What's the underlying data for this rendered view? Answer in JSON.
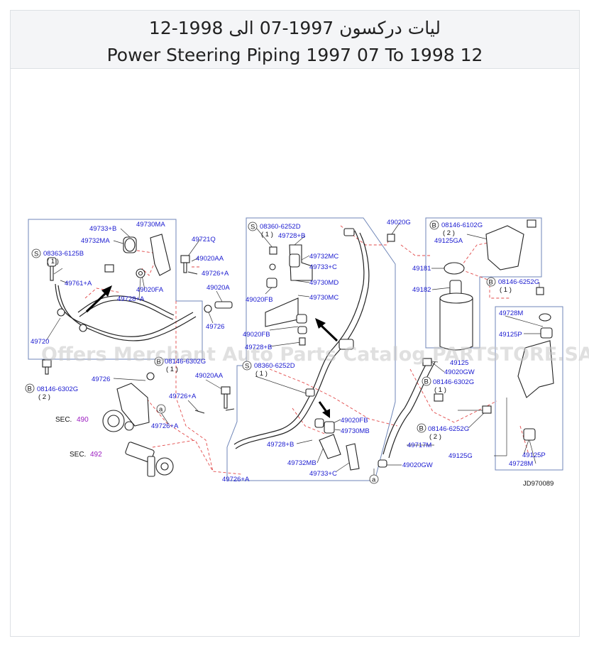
{
  "header": {
    "title_ar": "ليات دركسون 1997-07 الى 1998-12",
    "title_en": "Power Steering Piping 1997 07 To 1998 12"
  },
  "watermark": "Offers Merchant Auto Parts Catalog PARTSTORE.SA",
  "diagram_code": "JD970089",
  "callouts": {
    "p49733B": "49733+B",
    "p49730MA": "49730MA",
    "p49732MA": "49732MA",
    "s08363": "08363-6125B",
    "q1a": "( 1 )",
    "p49761A": "49761+A",
    "p49728A": "49728+A",
    "p49020FA": "49020FA",
    "p49720": "49720",
    "p49721Q": "49721Q",
    "p49020AA_1": "49020AA",
    "p49726A_1": "49726+A",
    "p49020A": "49020A",
    "p49726_1": "49726",
    "p49726_2": "49726",
    "b08146_6302G_a": "08146-6302G",
    "q1b": "( 1 )",
    "p49020AA_2": "49020AA",
    "p49726A_2": "49726+A",
    "p49726A_3": "49726+A",
    "p49726A_4": "49726+A",
    "b08146_6302G_b": "08146-6302G",
    "q2a": "( 2 )",
    "sec1_label": "SEC.",
    "sec1_num": "490",
    "sec2_label": "SEC.",
    "sec2_num": "492",
    "s08360_a": "08360-6252D",
    "q1c": "( 1 )",
    "p49728B_1": "49728+B",
    "p49732MC": "49732MC",
    "p49733C_1": "49733+C",
    "p49730MD": "49730MD",
    "p49020FB_1": "49020FB",
    "p49730MC": "49730MC",
    "p49020FB_2": "49020FB",
    "p49728B_2": "49728+B",
    "s08360_b": "08360-6252D",
    "q1d": "( 1 )",
    "p49020FB_3": "49020FB",
    "p49730MB": "49730MB",
    "p49728B_3": "49728+B",
    "p49732MB": "49732MB",
    "p49733C_2": "49733+C",
    "p49020G": "49020G",
    "b08146_6102G": "08146-6102G",
    "q2b": "( 2 )",
    "p49125GA": "49125GA",
    "p49181": "49181",
    "p49182": "49182",
    "b08146_6252G_a": "08146-6252G",
    "q1e": "( 1 )",
    "p49728M_1": "49728M",
    "p49125P_1": "49125P",
    "p49125": "49125",
    "p49020GW_1": "49020GW",
    "b08146_6302G_c": "08146-6302G",
    "q1f": "( 1 )",
    "b08146_6252G_b": "08146-6252G",
    "q2c": "( 2 )",
    "p49717M": "49717M",
    "p49125G": "49125G",
    "p49125P_2": "49125P",
    "p49728M_2": "49728M",
    "p49020GW_2": "49020GW",
    "ref_a": "a",
    "s": "S",
    "b": "B"
  }
}
